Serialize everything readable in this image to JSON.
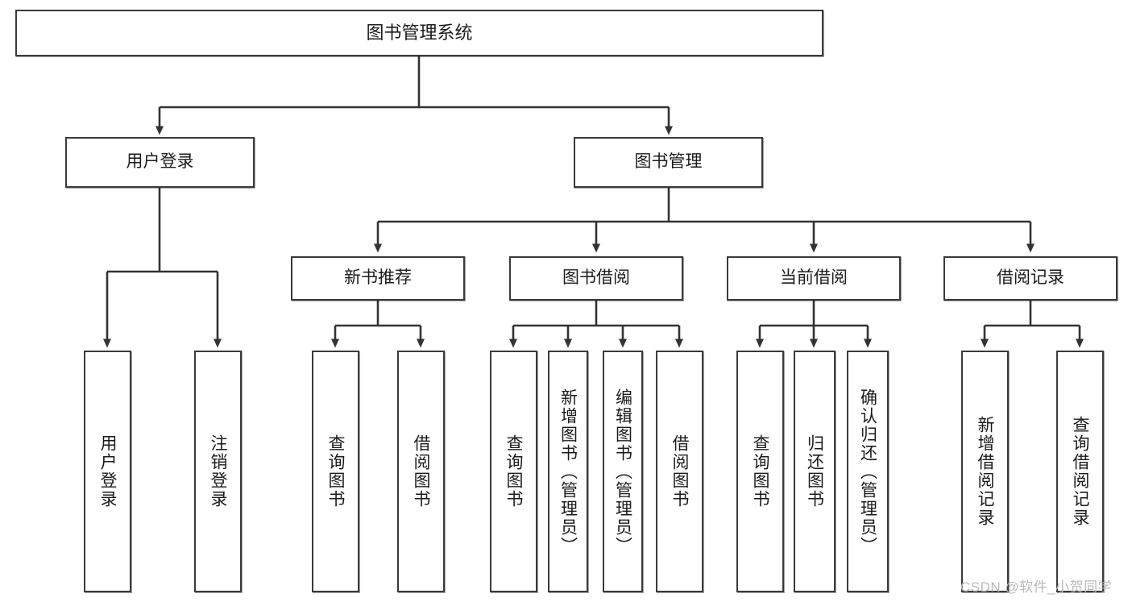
{
  "diagram": {
    "title": "图书管理系统",
    "type": "tree-hierarchy-diagram",
    "colors": {
      "box_border": "#3a3a3a",
      "box_fill": "#ffffff",
      "connector": "#333333",
      "text": "#1b1b1b",
      "watermark": "#b9b9b9"
    },
    "root": {
      "label": "图书管理系统"
    },
    "level2": [
      {
        "label": "用户登录"
      },
      {
        "label": "图书管理"
      }
    ],
    "level3": [
      {
        "label": "新书推荐"
      },
      {
        "label": "图书借阅"
      },
      {
        "label": "当前借阅"
      },
      {
        "label": "借阅记录"
      }
    ],
    "leaves": {
      "user_login": [
        {
          "label": "用户登录"
        },
        {
          "label": "注销登录"
        }
      ],
      "new_book_recommend": [
        {
          "label": "查询图书"
        },
        {
          "label": "借阅图书"
        }
      ],
      "book_borrow": [
        {
          "label": "查询图书"
        },
        {
          "label": "新增图书（管理员）"
        },
        {
          "label": "编辑图书（管理员）"
        },
        {
          "label": "借阅图书"
        }
      ],
      "current_borrow": [
        {
          "label": "查询图书"
        },
        {
          "label": "归还图书"
        },
        {
          "label": "确认归还（管理员）"
        }
      ],
      "borrow_record": [
        {
          "label": "新增借阅记录"
        },
        {
          "label": "查询借阅记录"
        }
      ]
    }
  },
  "watermark": {
    "text": "CSDN @软件_小贺同学"
  }
}
